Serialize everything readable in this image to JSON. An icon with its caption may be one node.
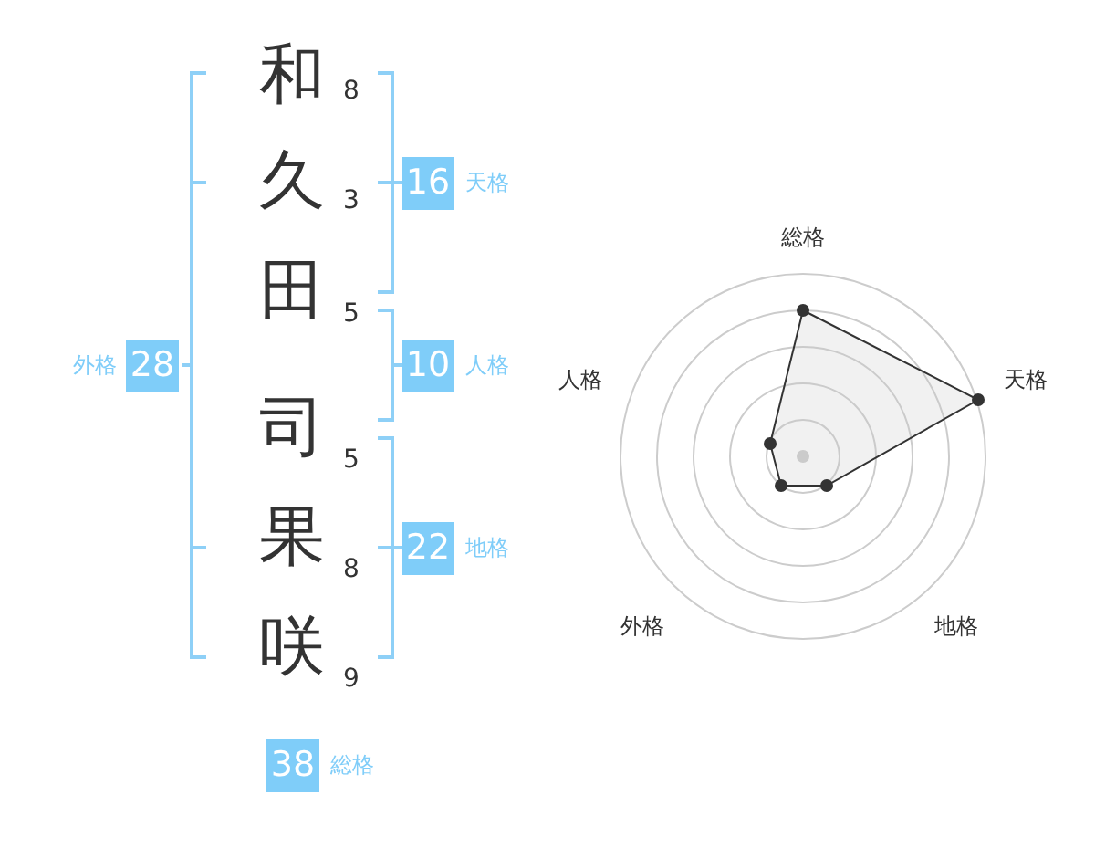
{
  "diagram": {
    "nodes": [
      {
        "text": [
          "16"
        ],
        "beside": [
          "天格"
        ]
      },
      {
        "text": [
          "28"
        ],
        "beside": [
          "外格"
        ]
      },
      {
        "text": [
          "10"
        ],
        "beside": [
          "人格"
        ]
      },
      {
        "text": [
          "22"
        ],
        "beside": [
          "地格"
        ]
      },
      {
        "text": [
          "38"
        ],
        "beside": [
          "総格"
        ]
      }
    ],
    "labels": [
      "和",
      "久",
      "田",
      "司",
      "果",
      "咲",
      "8",
      "3",
      "5",
      "5",
      "8",
      "9",
      "総格",
      "天格",
      "人格",
      "外格",
      "地格"
    ]
  }
}
